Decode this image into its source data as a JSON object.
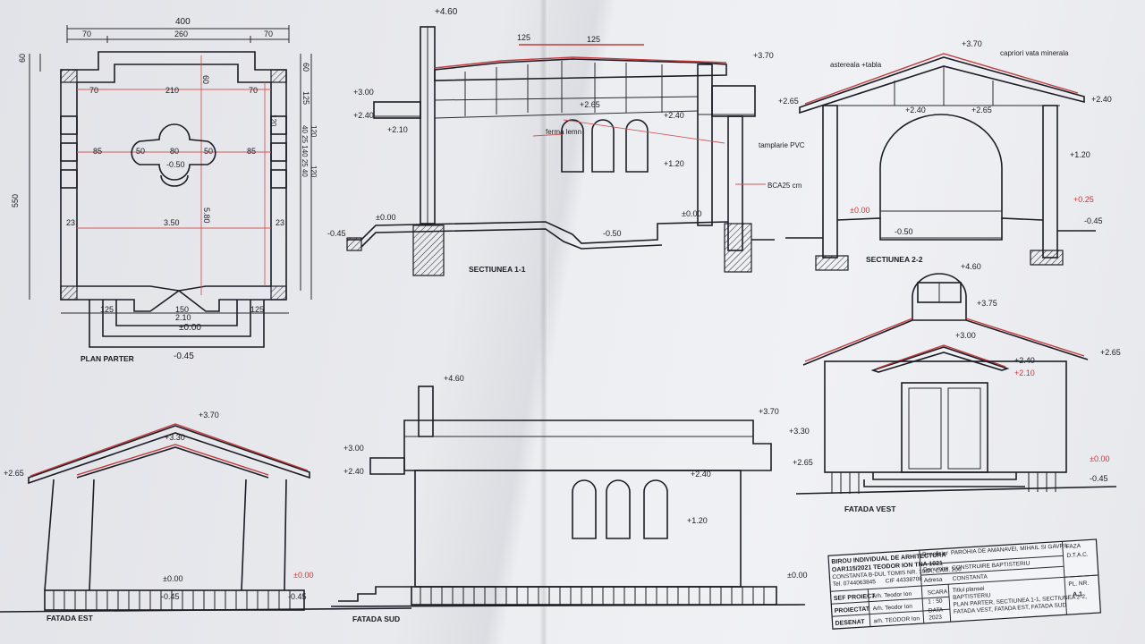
{
  "plan_parter": {
    "title": "PLAN PARTER",
    "dims": {
      "top_total": "400",
      "top_left": "70",
      "top_mid": "260",
      "top_right": "70",
      "left_height": "550",
      "left_top": "60",
      "inner_left": "70",
      "inner_mid": "210",
      "inner_right": "70",
      "center_left": "85",
      "center_right": "85",
      "ring": "50",
      "ring_mid": "80",
      "ring_right": "50",
      "floor_level": "-0.50",
      "mid_width": "3.50",
      "mid_left": "23",
      "mid_right": "23",
      "vertical_mid": "5.80",
      "vert_60": "60",
      "bottom_left": "125",
      "bottom_mid": "2.10",
      "bottom_right": "125",
      "bottom_150": "150",
      "level_zero": "±0.00",
      "level_minus": "-0.45",
      "right_top": "60",
      "right_125": "125",
      "right_stack": "40 25 140 25 40",
      "right_120": "120",
      "right_120b": "120",
      "side_120": "120"
    }
  },
  "section_1": {
    "title": "SECTIUNEA 1-1",
    "levels": {
      "chimney": "+4.60",
      "left_roof": "+3.00",
      "left_240": "+2.40",
      "left_210": "+2.10",
      "ground": "±0.00",
      "minus045": "-0.45",
      "mid_265": "+2.65",
      "right_240": "+2.40",
      "win_120": "+1.20",
      "right_zero": "±0.00",
      "pit": "-0.50",
      "top_125a": "125",
      "top_125b": "125"
    },
    "labels": {
      "ferma": "ferma lemn",
      "tamplarie": "tamplarie PVC",
      "bca": "BCA25 cm"
    }
  },
  "section_2": {
    "title": "SECTIUNEA 2-2",
    "levels": {
      "ridge": "+3.70",
      "left_265": "+2.65",
      "right_240": "+2.40",
      "inner_240": "+2.40",
      "inner_265": "+2.65",
      "right_120": "+1.20",
      "red_025": "+0.25",
      "left_zero": "±0.00",
      "floor": "-0.50",
      "right_minus": "-0.45",
      "top_370": "+3.70"
    },
    "labels": {
      "asteraala": "astereala +tabla",
      "capriori": "capriori vata minerala"
    }
  },
  "fatada_vest": {
    "title": "FATADA VEST",
    "levels": {
      "top": "+4.60",
      "bell": "+3.75",
      "ridge": "+3.00",
      "eave": "+2.65",
      "door_top": "+2.40",
      "door_red": "+2.10",
      "zero": "±0.00",
      "minus": "-0.45"
    }
  },
  "fatada_est": {
    "title": "FATADA EST",
    "levels": {
      "ridge": "+3.70",
      "inner": "+3.30",
      "eave": "+2.65",
      "zero_left": "±0.00",
      "minus_left": "-0.45",
      "zero_right": "±0.00",
      "minus_right": "-0.45"
    }
  },
  "fatada_sud": {
    "title": "FATADA SUD",
    "levels": {
      "chimney": "+4.60",
      "ridge": "+3.70",
      "right_330": "+3.30",
      "left_300": "+3.00",
      "left_240": "+2.40",
      "mid_240": "+2.40",
      "right_265": "+2.65",
      "win_120": "+1.20",
      "zero": "±0.00"
    }
  },
  "title_block": {
    "office_1": "BIROU INDIVIDUAL DE ARHITECTURA",
    "office_2": "OAR115/2021 TEODOR ION TNA 1021",
    "address": "CONSTANTA B-DUL TOMIS NR. 198A, CAM. 206",
    "phone": "Tel. 0744063845",
    "cif": "CIF 44338708",
    "beneficiar_lbl": "Beneficiar",
    "beneficiar_val": "PAROHIA DE AMANAVEI, MIHAIL SI GAVRIL",
    "denumire_lbl": "Denumire",
    "denumire_val": "CONSTRUIRE BAPTISTERIU",
    "adresa_lbl": "Adresa",
    "adresa_val": "CONSTANTA",
    "sef_proiect_lbl": "SEF PROIECT",
    "sef_proiect_val": "Arh. Teodor Ion",
    "proiectat_lbl": "PROIECTAT",
    "proiectat_val": "Arh. Teodor Ion",
    "desenat_lbl": "DESENAT",
    "desenat_val": "arh. TEODOR Ion",
    "scara_lbl": "SCARA",
    "scara_val": "1 : 50",
    "data_lbl": "DATA",
    "data_val": "2023",
    "titlu_lbl": "Titlul plansei",
    "titlu_val_1": "BAPTISTERIU",
    "titlu_val_2": "PLAN PARTER, SECTIUNEA 1-1, SECTIUNEA 2-2,",
    "titlu_val_3": "FATADA VEST, FATADA EST, FATADA SUD",
    "faza_lbl": "FAZA",
    "faza_val": "D.T.A.C.",
    "pl_nr_lbl": "PL. NR.",
    "pl_nr_val": "A.1"
  }
}
